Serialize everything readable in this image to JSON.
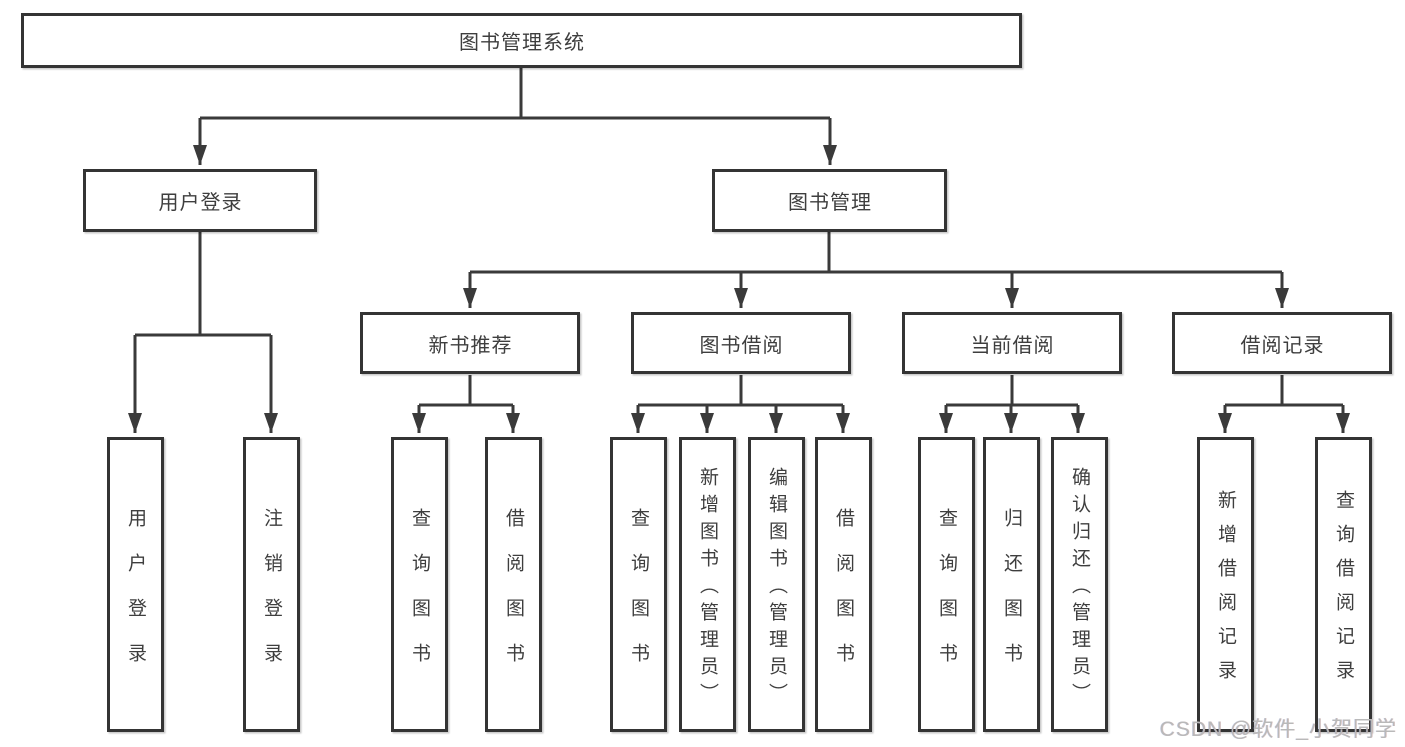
{
  "diagram": {
    "title": "图书管理系统",
    "tree": {
      "label": "图书管理系统",
      "children": [
        {
          "label": "用户登录",
          "children": [
            {
              "label": "用户登录"
            },
            {
              "label": "注销登录"
            }
          ]
        },
        {
          "label": "图书管理",
          "children": [
            {
              "label": "新书推荐",
              "children": [
                {
                  "label": "查询图书"
                },
                {
                  "label": "借阅图书"
                }
              ]
            },
            {
              "label": "图书借阅",
              "children": [
                {
                  "label": "查询图书"
                },
                {
                  "label": "新增图书（管理员）"
                },
                {
                  "label": "编辑图书（管理员）"
                },
                {
                  "label": "借阅图书"
                }
              ]
            },
            {
              "label": "当前借阅",
              "children": [
                {
                  "label": "查询图书"
                },
                {
                  "label": "归还图书"
                },
                {
                  "label": "确认归还（管理员）"
                }
              ]
            },
            {
              "label": "借阅记录",
              "children": [
                {
                  "label": "新增借阅记录"
                },
                {
                  "label": "查询借阅记录"
                }
              ]
            }
          ]
        }
      ]
    },
    "watermark": "CSDN @软件_小贺同学",
    "colors": {
      "line": "#3a3a3a",
      "box_border": "#343434",
      "text": "#3e3e3e",
      "watermark": "#b9b9b9",
      "background": "#ffffff"
    }
  }
}
